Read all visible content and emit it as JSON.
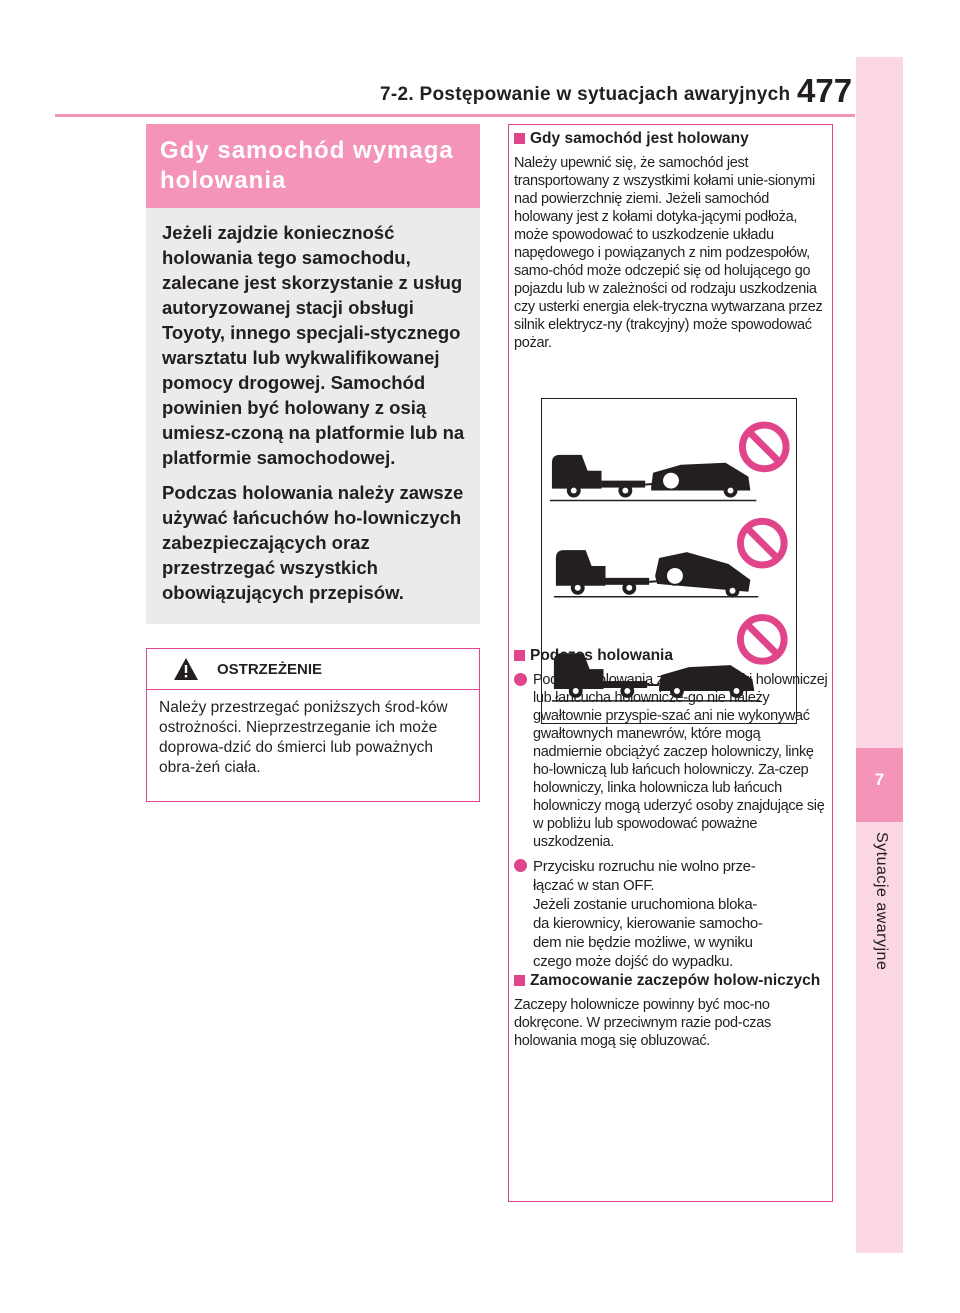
{
  "header": {
    "title": "7-2. Postępowanie w sytuacjach awaryjnych",
    "page_number": "477"
  },
  "side_tab": {
    "chapter": "7",
    "label": "Sytuacje awaryjne"
  },
  "section": {
    "title": "Gdy samochód wymaga holowania",
    "intro_1": "Jeżeli zajdzie konieczność holowania tego samochodu, zalecane jest skorzystanie z usług autoryzowanej stacji obsługi Toyoty, innego specjali-stycznego warsztatu lub wykwalifikowanej pomocy drogowej. Samochód powinien być holowany z osią umiesz-czoną na platformie lub na platformie samochodowej.",
    "intro_2": "Podczas holowania należy zawsze używać łańcuchów ho-lowniczych zabezpieczających oraz przestrzegać wszystkich obowiązujących przepisów."
  },
  "warning": {
    "title": "OSTRZEŻENIE",
    "text": "Należy przestrzegać poniższych środ-ków ostrożności. Nieprzestrzeganie ich może doprowa-dzić do śmierci lub poważnych obra-żeń ciała."
  },
  "right": {
    "h1": "Gdy samochód jest holowany",
    "p1": "Należy upewnić się, że samochód jest transportowany z wszystkimi kołami unie-sionymi nad powierzchnię ziemi. Jeżeli samochód holowany jest z kołami dotyka-jącymi podłoża, może spowodować to uszkodzenie układu napędowego i powiązanych z nim podzespołów, samo-chód może odczepić się od holującego go pojazdu lub w zależności od rodzaju uszkodzenia czy usterki energia elek-tryczna wytwarzana przez silnik elektrycz-ny (trakcyjny) może spowodować pożar.",
    "h2": "Podczas holowania",
    "b1": "Podczas holowania za pomocą linki holowniczej lub łańcucha holownicze-go nie należy gwałtownie przyspie-szać ani nie wykonywać gwałtownych manewrów, które mogą nadmiernie obciążyć zaczep holowniczy, linkę ho-lowniczą lub łańcuch holowniczy. Za-czep holowniczy, linka holownicza lub łańcuch holowniczy mogą uderzyć osoby znajdujące się w pobliżu lub spowodować poważne uszkodzenia.",
    "b2": "Przycisku rozruchu nie wolno prze-\nłączać w stan OFF.\nJeżeli zostanie uruchomiona bloka-\nda kierownicy, kierowanie samocho-\ndem nie będzie możliwe, w wyniku\nczego może dojść do wypadku.",
    "h3": "Zamocowanie zaczepów holow-niczych",
    "p3": "Zaczepy holownicze powinny być moc-no dokręcone. W przeciwnym razie pod-czas holowania mogą się obluzować."
  },
  "colors": {
    "accent": "#f394b8",
    "accent_dark": "#e0458c",
    "tab_light": "#fbd6e4",
    "box_gray": "#ebebeb"
  }
}
